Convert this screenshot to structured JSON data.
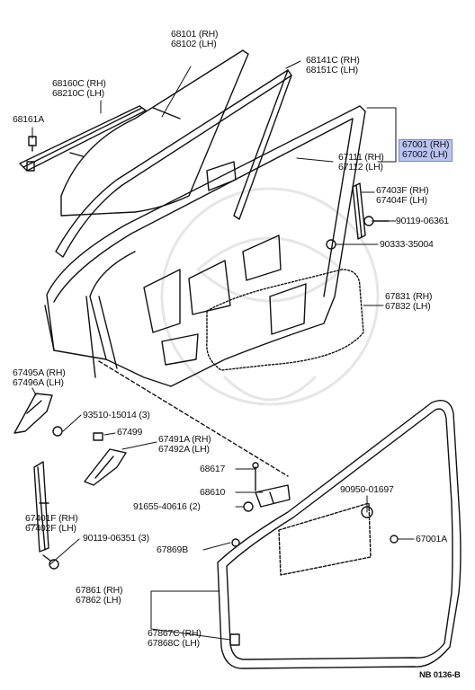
{
  "labels": {
    "l68101": "68101 (RH)\n68102 (LH)",
    "l68141": "68141C (RH)\n68151C (LH)",
    "l68160": "68160C (RH)\n68210C (LH)",
    "l68161": "68161A",
    "l67001": "67001 (RH)\n67002 (LH)",
    "l67111": "67111 (RH)\n67112 (LH)",
    "l67403": "67403F (RH)\n67404F (LH)",
    "l90119a": "90119-06361",
    "l90333": "90333-35004",
    "l67831": "67831 (RH)\n67832 (LH)",
    "l67495": "67495A (RH)\n67496A (LH)",
    "l93510": "93510-15014 (3)",
    "l67499": "67499",
    "l67491": "67491A (RH)\n67492A (LH)",
    "l68617": "68617",
    "l68610": "68610",
    "l91655": "91655-40616 (2)",
    "l90950": "90950-01697",
    "l67401": "67401F (RH)\n67402F (LH)",
    "l90119b": "90119-06351 (3)",
    "l67001a": "67001A",
    "l67869": "67869B",
    "l67861": "67861 (RH)\n67862 (LH)",
    "l67867": "67867C (RH)\n67868C (LH)",
    "code": "NB 0136-B"
  },
  "colors": {
    "line": "#111111",
    "highlight": "#b9c4f2"
  }
}
